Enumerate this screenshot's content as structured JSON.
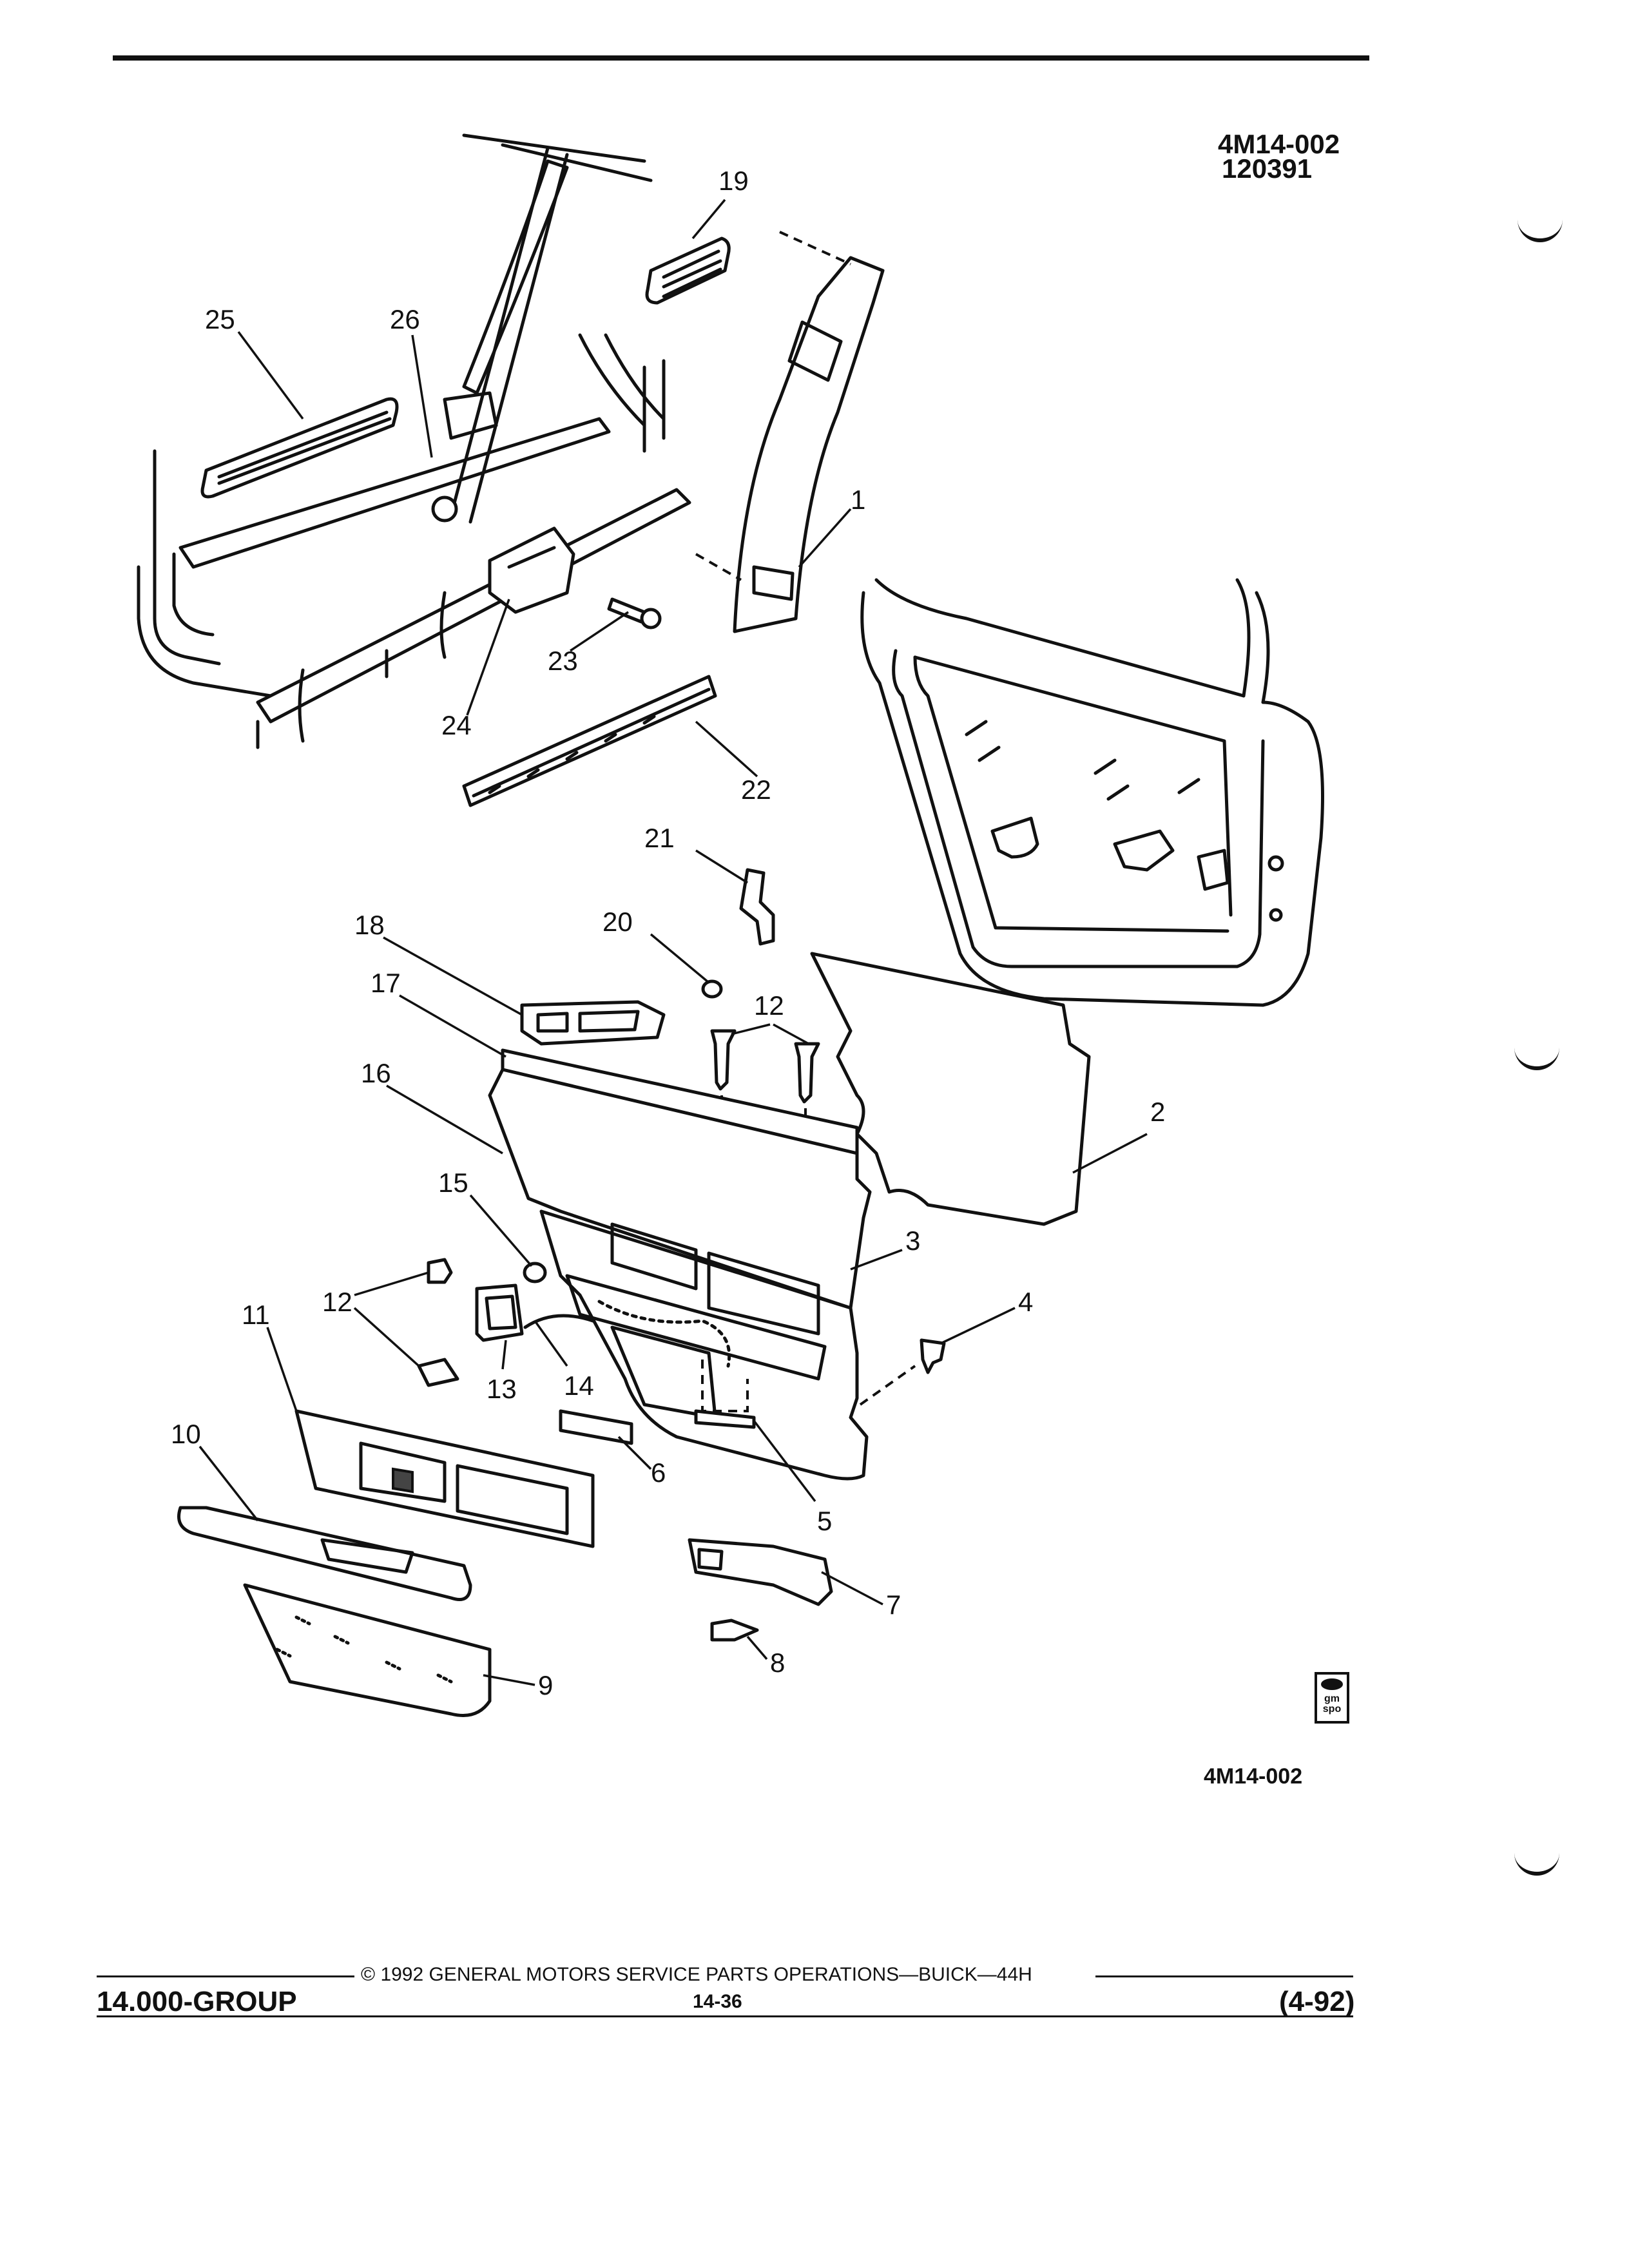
{
  "figure": {
    "id": "4M14-002",
    "date_code": "120391",
    "bottom_code": "4M14-002"
  },
  "callouts": [
    "1",
    "2",
    "3",
    "4",
    "5",
    "6",
    "7",
    "8",
    "9",
    "10",
    "11",
    "12",
    "13",
    "14",
    "15",
    "16",
    "17",
    "18",
    "19",
    "20",
    "21",
    "22",
    "23",
    "24",
    "25",
    "26"
  ],
  "logo": {
    "text": "gm spo"
  },
  "footer": {
    "group": "14.000-GROUP",
    "copyright": "© 1992 GENERAL MOTORS SERVICE PARTS OPERATIONS—BUICK—44H",
    "page": "14-36",
    "revision": "(4-92)"
  }
}
